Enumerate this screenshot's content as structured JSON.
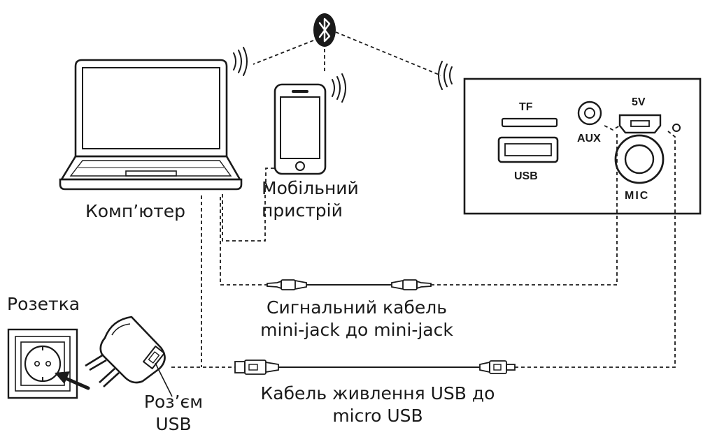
{
  "labels": {
    "computer": "Комп’ютер",
    "mobile_line1": "Мобільний",
    "mobile_line2": "пристрій",
    "socket": "Розетка",
    "usb_port_line1": "Роз’єм",
    "usb_port_line2": "USB",
    "signal_cable_line1": "Сигнальний кабель",
    "signal_cable_line2": "mini-jack до mini-jack",
    "power_cable_line1": "Кабель живлення USB до",
    "power_cable_line2": "micro USB"
  },
  "panel": {
    "tf": "TF",
    "usb": "USB",
    "aux": "AUX",
    "power": "5V",
    "mic": "MIC"
  },
  "colors": {
    "ink": "#1a1a1a",
    "background": "#ffffff"
  },
  "icons": [
    "bluetooth-icon",
    "laptop-icon",
    "smartphone-icon",
    "wireless-signal-icon",
    "wall-socket-icon",
    "usb-charger-icon",
    "arrow-icon",
    "mini-jack-plug-icon",
    "usb-plug-icon"
  ]
}
